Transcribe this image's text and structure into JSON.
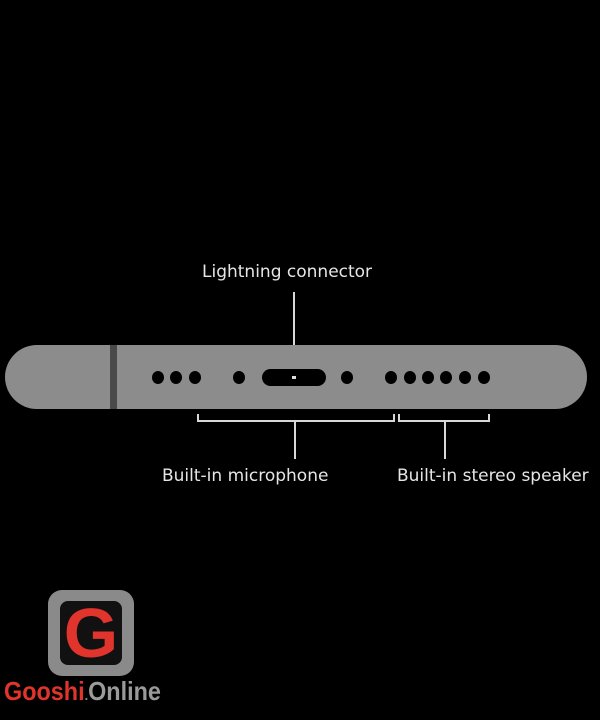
{
  "labels": {
    "lightning": "Lightning connector",
    "microphone": "Built-in microphone",
    "speaker": "Built-in stereo speaker"
  },
  "watermark": {
    "brand_red": "Gooshi",
    "brand_dot": ".",
    "brand_gray": "Online",
    "logo_letter": "G"
  },
  "colors": {
    "body": "#8c8c8c",
    "brand_red": "#e0342c",
    "brand_gray": "#8a8a8a"
  }
}
